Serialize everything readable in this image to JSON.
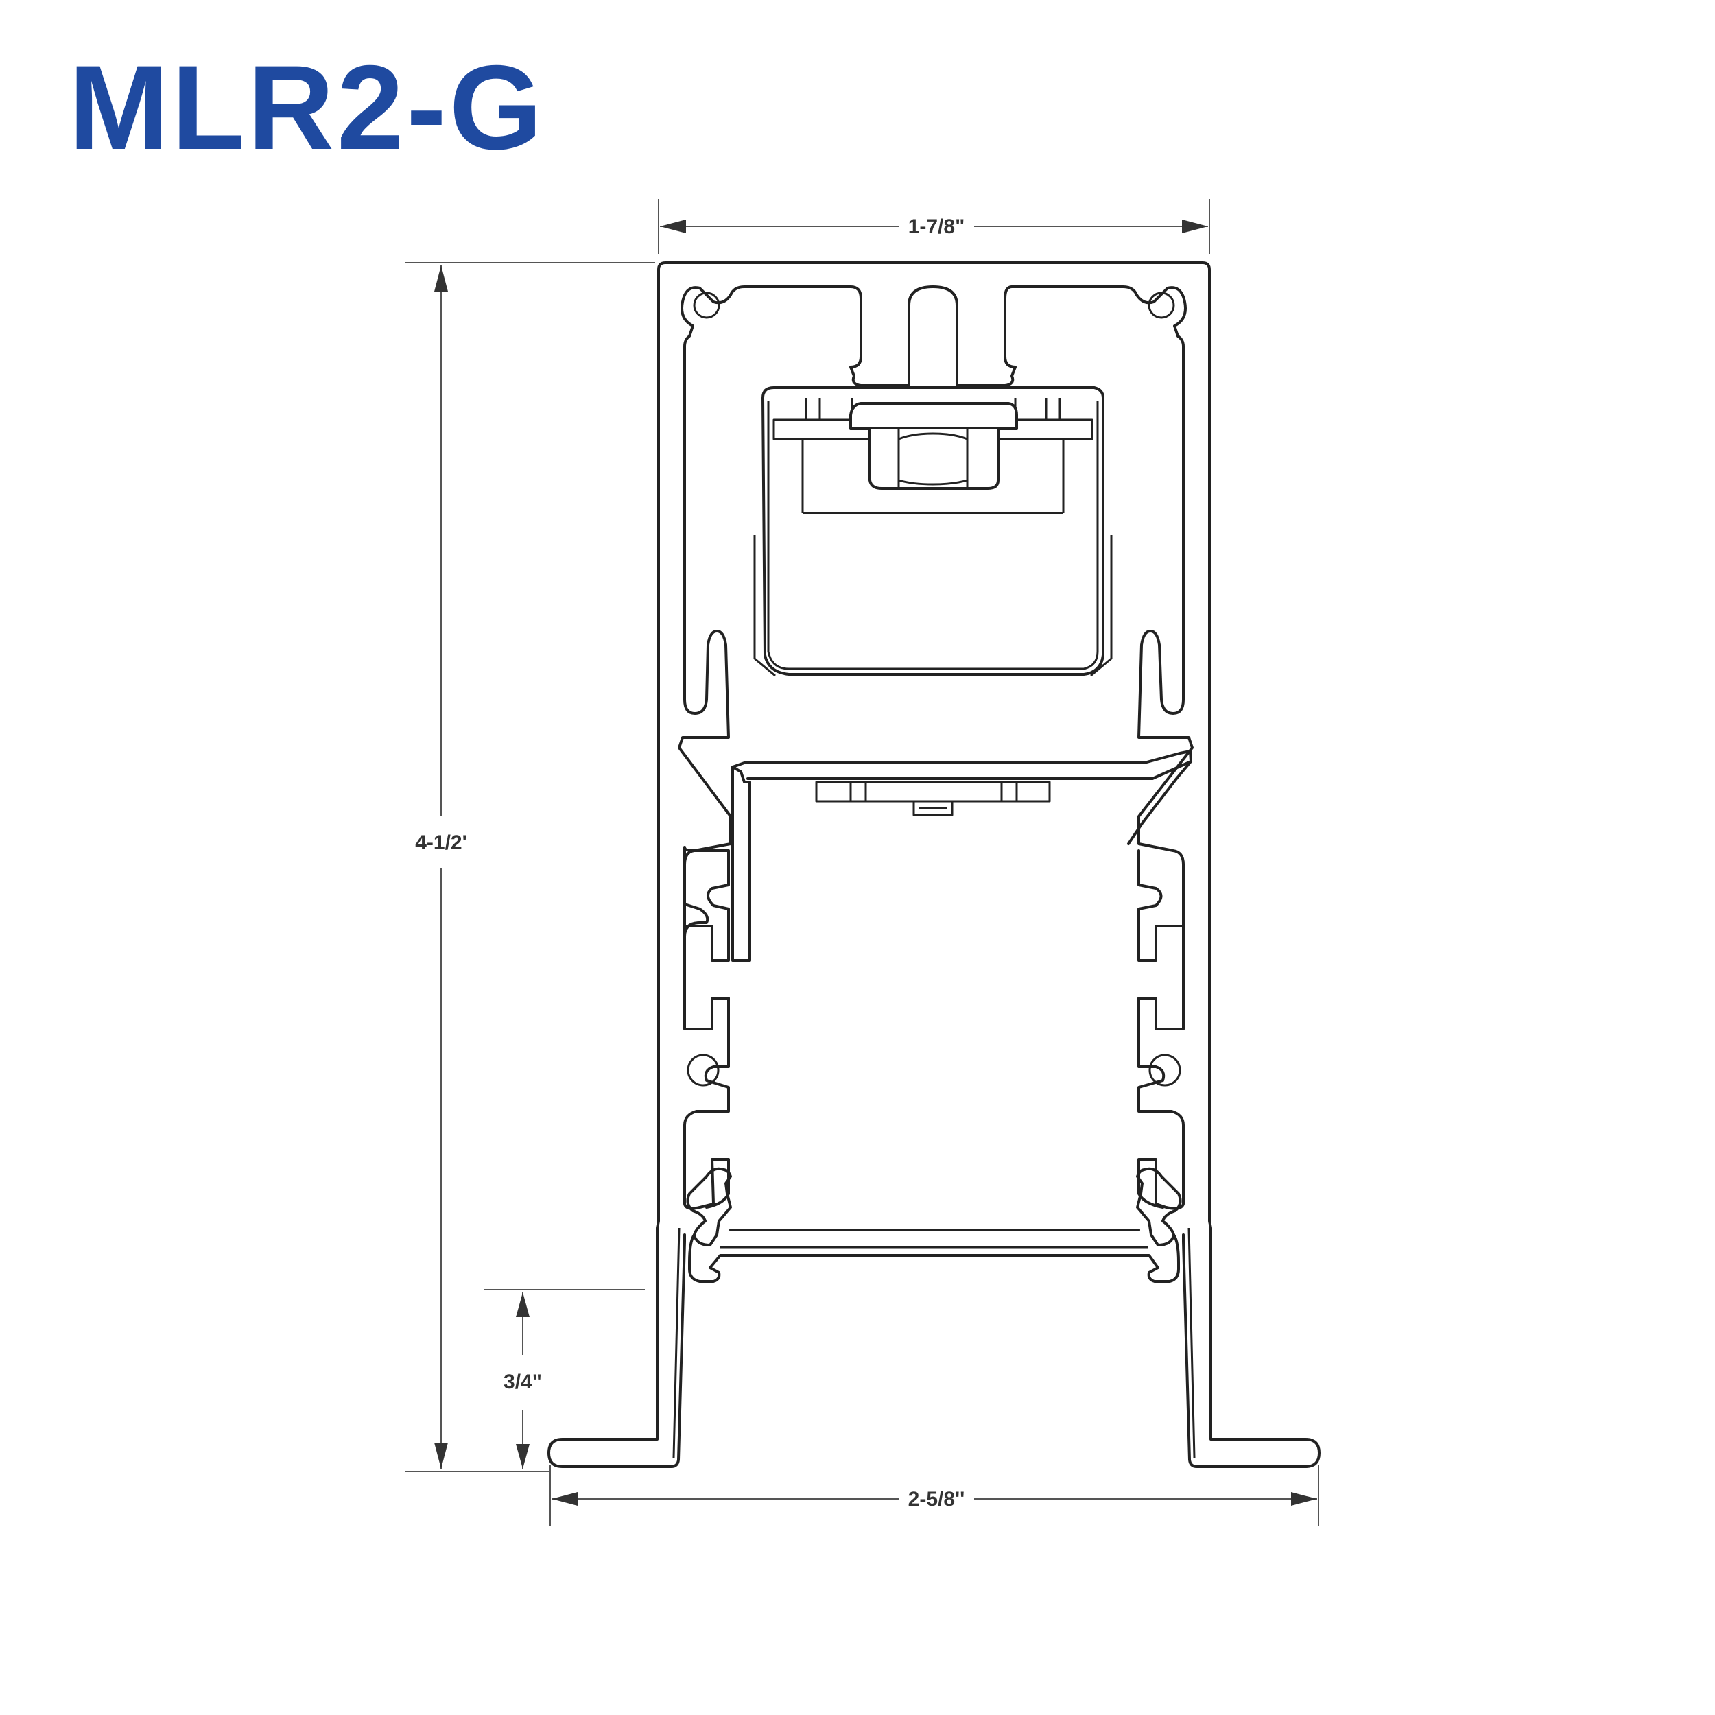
{
  "title": "MLR2-G",
  "colors": {
    "title": "#1f4aa0",
    "line": "#222222"
  },
  "dimensions": {
    "top_width": "1-7/8\"",
    "height": "4-1/2'",
    "flange_height": "3/4\"",
    "bottom_width": "2-5/8''"
  }
}
